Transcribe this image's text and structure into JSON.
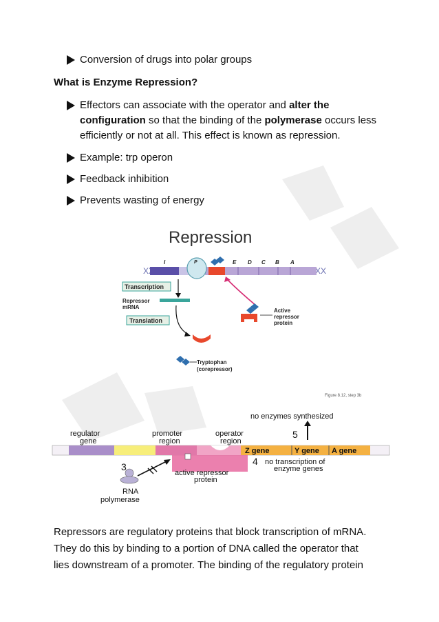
{
  "bullets_top": [
    {
      "text": "Conversion  of drugs into polar groups"
    }
  ],
  "heading": "What is Enzyme Repression?",
  "bullet_effectors": {
    "part1": "Effectors can associate with the operator and ",
    "bold1": "alter the",
    "bold2": "configuration",
    "part2": " so that the binding of the ",
    "bold3": "polymerase",
    "part3": " occurs less",
    "line3": "efficiently or not at all. This effect is known as repression."
  },
  "bullets_bottom": [
    {
      "text": "Example: trp operon"
    },
    {
      "text": "Feedback inhibition"
    },
    {
      "text": "Prevents  wasting of energy"
    }
  ],
  "figure1": {
    "title": "Repression",
    "genes": [
      "I",
      "P",
      "E",
      "D",
      "C",
      "B",
      "A"
    ],
    "transcription": "Transcription",
    "repressor_mrna_1": "Repressor",
    "repressor_mrna_2": "mRNA",
    "translation": "Translation",
    "active_1": "Active",
    "active_2": "repressor",
    "active_3": "protein",
    "trp_1": "Tryptophan",
    "trp_2": "(corepressor)",
    "caption": "Figure 8.12, step 3b"
  },
  "figure2": {
    "no_enzymes": "no enzymes synthesized",
    "step5": "5",
    "regulator_1": "regulator",
    "regulator_2": "gene",
    "promoter_1": "promoter",
    "promoter_2": "region",
    "operator_1": "operator",
    "operator_2": "region",
    "z_gene": "Z gene",
    "y_gene": "Y gene",
    "a_gene": "A gene",
    "step4": "4",
    "no_transcription_1": "no transcription of",
    "no_transcription_2": "enzyme genes",
    "step3": "3",
    "active_rep_1": "active repressor",
    "active_rep_2": "protein",
    "rna_1": "RNA",
    "rna_2": "polymerase"
  },
  "paragraph": [
    "Repressors  are regulatory proteins that block transcription  of mRNA.",
    "They do this by binding to a portion  of DNA called the operator  that",
    "lies downstream  of a promoter.  The binding of the regulatory  protein"
  ],
  "colors": {
    "gene_purple": "#5a4fa8",
    "gene_lavender": "#b9a6d6",
    "repressor_red": "#e8482c",
    "teal": "#3aa59b"
  }
}
